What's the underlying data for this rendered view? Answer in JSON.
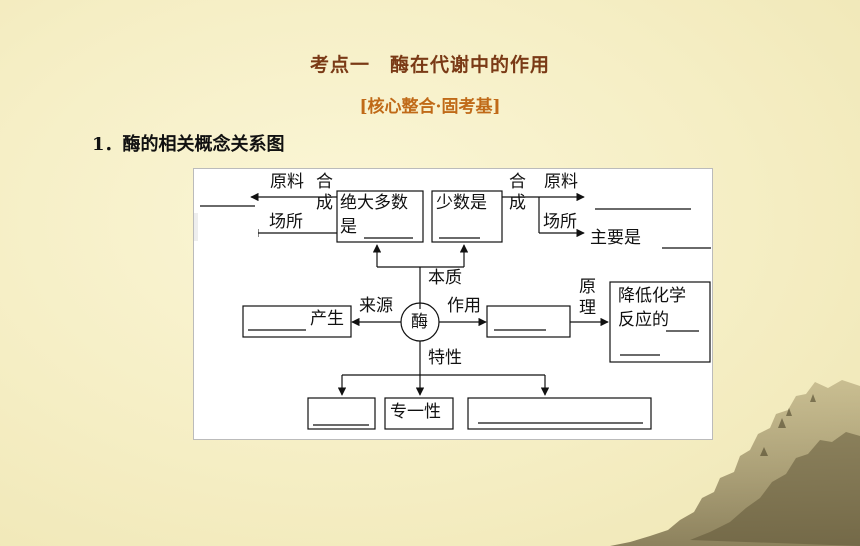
{
  "title": "考点一　酶在代谢中的作用",
  "subtitle": "[核心整合·固考基]",
  "heading": "1．酶的相关概念关系图",
  "diagram": {
    "center": "酶",
    "raw_left": "原料",
    "place_left": "场所",
    "he": "合",
    "cheng": "成",
    "majority_line1": "绝大多数",
    "majority_line2": "是",
    "minority": "少数是",
    "raw_right": "原料",
    "place_right": "场所",
    "mainly": "主要是",
    "essence": "本质",
    "source": "来源",
    "produce": "产生",
    "function": "作用",
    "yuan": "原",
    "li": "理",
    "principle_line1": "降低化学",
    "principle_line2": "反应的",
    "property": "特性",
    "specificity": "专一性"
  }
}
